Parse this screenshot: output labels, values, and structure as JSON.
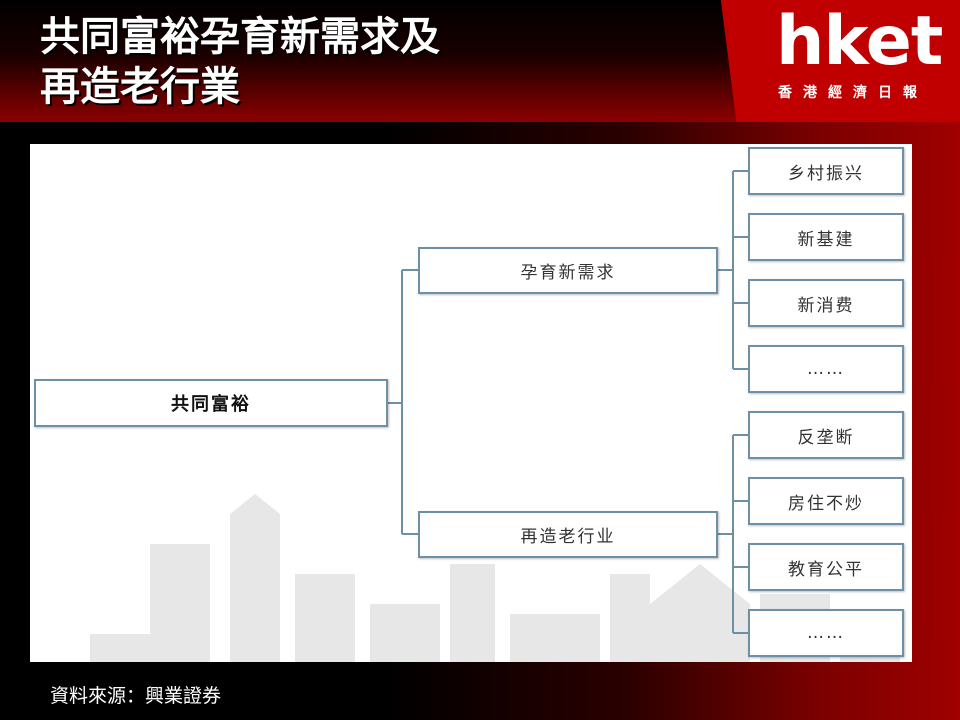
{
  "header": {
    "title_line1": "共同富裕孕育新需求及",
    "title_line2": "再造老行業",
    "logo_text": "hket",
    "logo_subtitle": "香港經濟日報"
  },
  "diagram": {
    "root": "共同富裕",
    "branches": [
      {
        "label": "孕育新需求",
        "children": [
          "乡村振兴",
          "新基建",
          "新消费",
          "……"
        ]
      },
      {
        "label": "再造老行业",
        "children": [
          "反垄断",
          "房住不炒",
          "教育公平",
          "……"
        ]
      }
    ],
    "colors": {
      "border": "#6d8fa7",
      "accent": "#c00000"
    }
  },
  "footer": {
    "source": "資料來源：興業證券"
  }
}
